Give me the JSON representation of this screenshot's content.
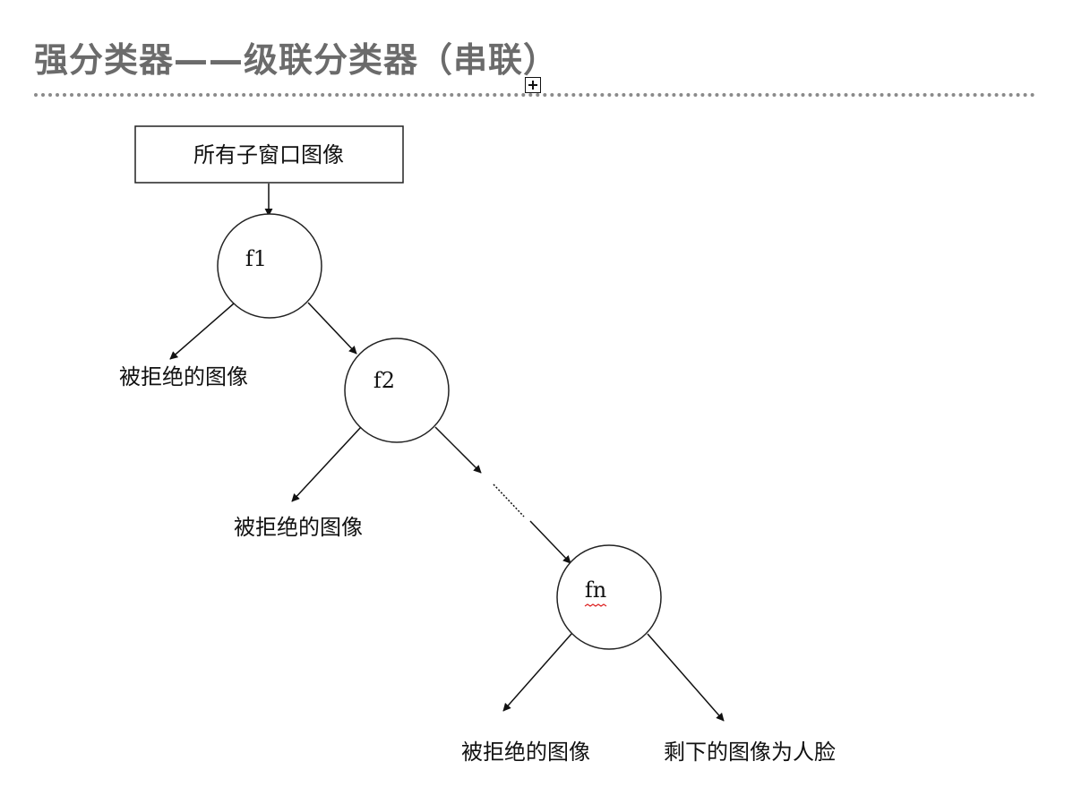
{
  "title": "强分类器——级联分类器（串联）",
  "input_box": "所有子窗口图像",
  "nodes": {
    "f1": "f1",
    "f2": "f2",
    "fn": "fn"
  },
  "rejected_label": "被拒绝的图像",
  "face_label": "剩下的图像为人脸"
}
